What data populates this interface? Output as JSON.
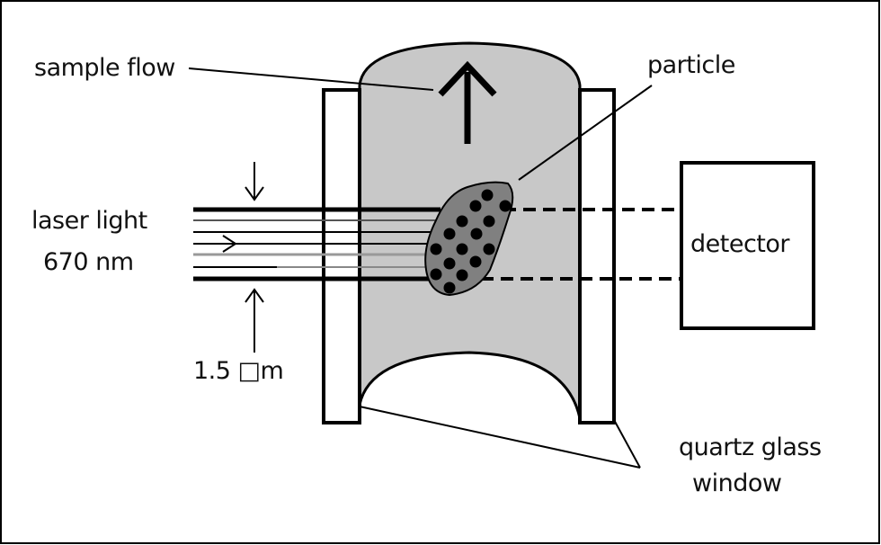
{
  "labels": {
    "sample_flow": "sample flow",
    "particle": "particle",
    "laser_light": "laser light",
    "wavelength": "670 nm",
    "beam_width": "1.5 □m",
    "detector": "detector",
    "window_line1": "quartz glass",
    "window_line2": "window"
  },
  "colors": {
    "sample_fill": "#c8c8c8",
    "particle_fill": "#808080",
    "line": "#000000"
  }
}
